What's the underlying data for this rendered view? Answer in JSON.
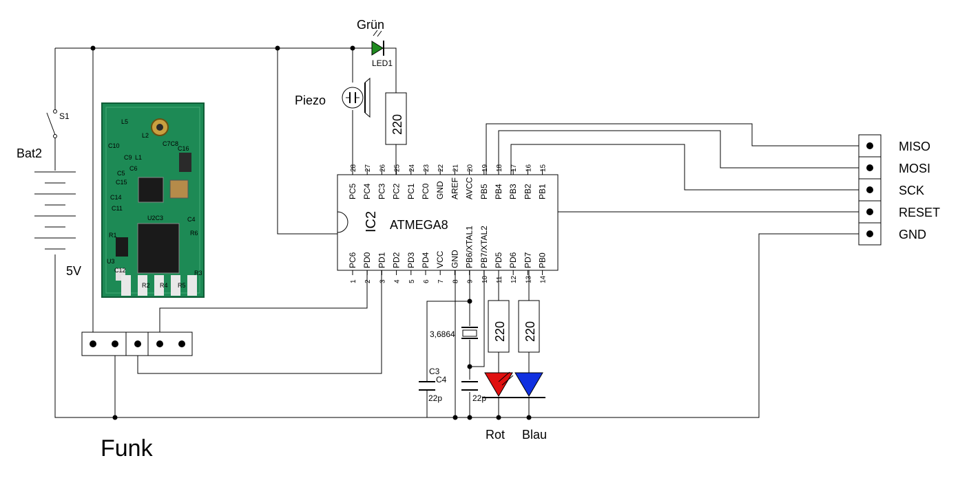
{
  "labels": {
    "led_green_name": "Grün",
    "led1": "LED1",
    "piezo": "Piezo",
    "r_top": "220",
    "r_red": "220",
    "r_blue": "220",
    "switch": "S1",
    "battery": "Bat2",
    "battery_voltage": "5V",
    "ic_ref": "IC2",
    "ic_name": "ATMEGA8",
    "crystal": "3,6864",
    "cap_c3": "C3",
    "cap_c4": "C4",
    "cap_c3_value": "22p",
    "cap_c4_value": "22p",
    "led_red_name": "Rot",
    "led_blue_name": "Blau",
    "funk": "Funk"
  },
  "isp_labels": [
    "MISO",
    "MOSI",
    "SCK",
    "RESET",
    "GND"
  ],
  "ic_top_pins": [
    {
      "name": "PC5",
      "num": "28"
    },
    {
      "name": "PC4",
      "num": "27"
    },
    {
      "name": "PC3",
      "num": "26"
    },
    {
      "name": "PC2",
      "num": "25"
    },
    {
      "name": "PC1",
      "num": "24"
    },
    {
      "name": "PC0",
      "num": "23"
    },
    {
      "name": "GND",
      "num": "22"
    },
    {
      "name": "AREF",
      "num": "21"
    },
    {
      "name": "AVCC",
      "num": "20"
    },
    {
      "name": "PB5",
      "num": "19"
    },
    {
      "name": "PB4",
      "num": "18"
    },
    {
      "name": "PB3",
      "num": "17"
    },
    {
      "name": "PB2",
      "num": "16"
    },
    {
      "name": "PB1",
      "num": "15"
    }
  ],
  "ic_bottom_pins": [
    {
      "name": "PC6",
      "num": "1"
    },
    {
      "name": "PD0",
      "num": "2"
    },
    {
      "name": "PD1",
      "num": "3"
    },
    {
      "name": "PD2",
      "num": "4"
    },
    {
      "name": "PD3",
      "num": "5"
    },
    {
      "name": "PD4",
      "num": "6"
    },
    {
      "name": "VCC",
      "num": "7"
    },
    {
      "name": "GND",
      "num": "8"
    },
    {
      "name": "PB6/XTAL1",
      "num": "9"
    },
    {
      "name": "PB7/XTAL2",
      "num": "10"
    },
    {
      "name": "PD5",
      "num": "11"
    },
    {
      "name": "PD6",
      "num": "12"
    },
    {
      "name": "PD7",
      "num": "13"
    },
    {
      "name": "PB0",
      "num": "14"
    }
  ],
  "module_labels": [
    "L5",
    "C10",
    "L2",
    "C7C8",
    "C16",
    "C9",
    "L1",
    "C6",
    "C5",
    "C15",
    "C14",
    "C11",
    "U2C3",
    "C4",
    "R1",
    "R6",
    "U3",
    "C12",
    "R4",
    "R5",
    "R3",
    "R2"
  ],
  "colors": {
    "wire": "#000000",
    "led_green": "#1f8a1f",
    "led_red": "#e01010",
    "led_blue": "#1030e0",
    "pcb_green": "#1d8a55",
    "pcb_dark": "#0f5c36"
  }
}
